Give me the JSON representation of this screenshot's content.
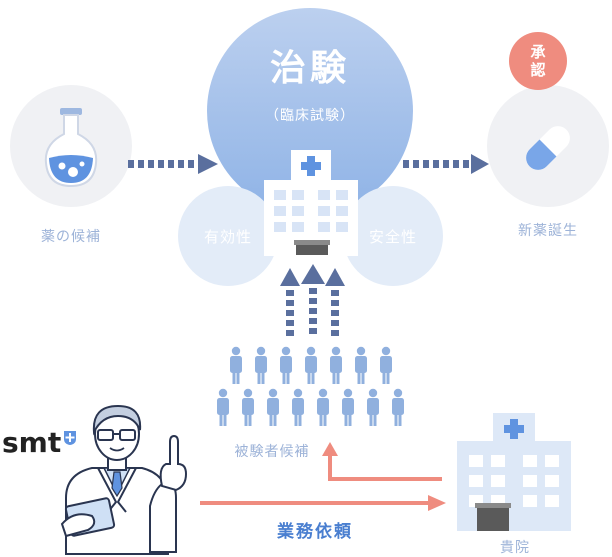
{
  "trial": {
    "title": "治験",
    "subtitle": "（臨床試験）",
    "efficacy": "有効性",
    "safety": "安全性"
  },
  "left": {
    "label": "薬の候補"
  },
  "right": {
    "label": "新薬誕生",
    "approval_line1": "承",
    "approval_line2": "認"
  },
  "subjects": {
    "label": "被験者候補"
  },
  "hospital": {
    "label": "貴院"
  },
  "request": {
    "label": "業務依頼"
  },
  "brand": {
    "name": "smt"
  },
  "colors": {
    "trial_blue": "#8fb3e6",
    "light_blue": "#dde8f7",
    "soft_gray": "#f0f1f4",
    "people": "#90b0de",
    "arrow_dark": "#5a6f9e",
    "salmon": "#ef8c7f",
    "text_blue": "#4a7fd0"
  },
  "icons": [
    "flask-icon",
    "capsule-icon",
    "hospital-icon",
    "person-icon",
    "doctor-icon",
    "medical-cross-icon"
  ]
}
